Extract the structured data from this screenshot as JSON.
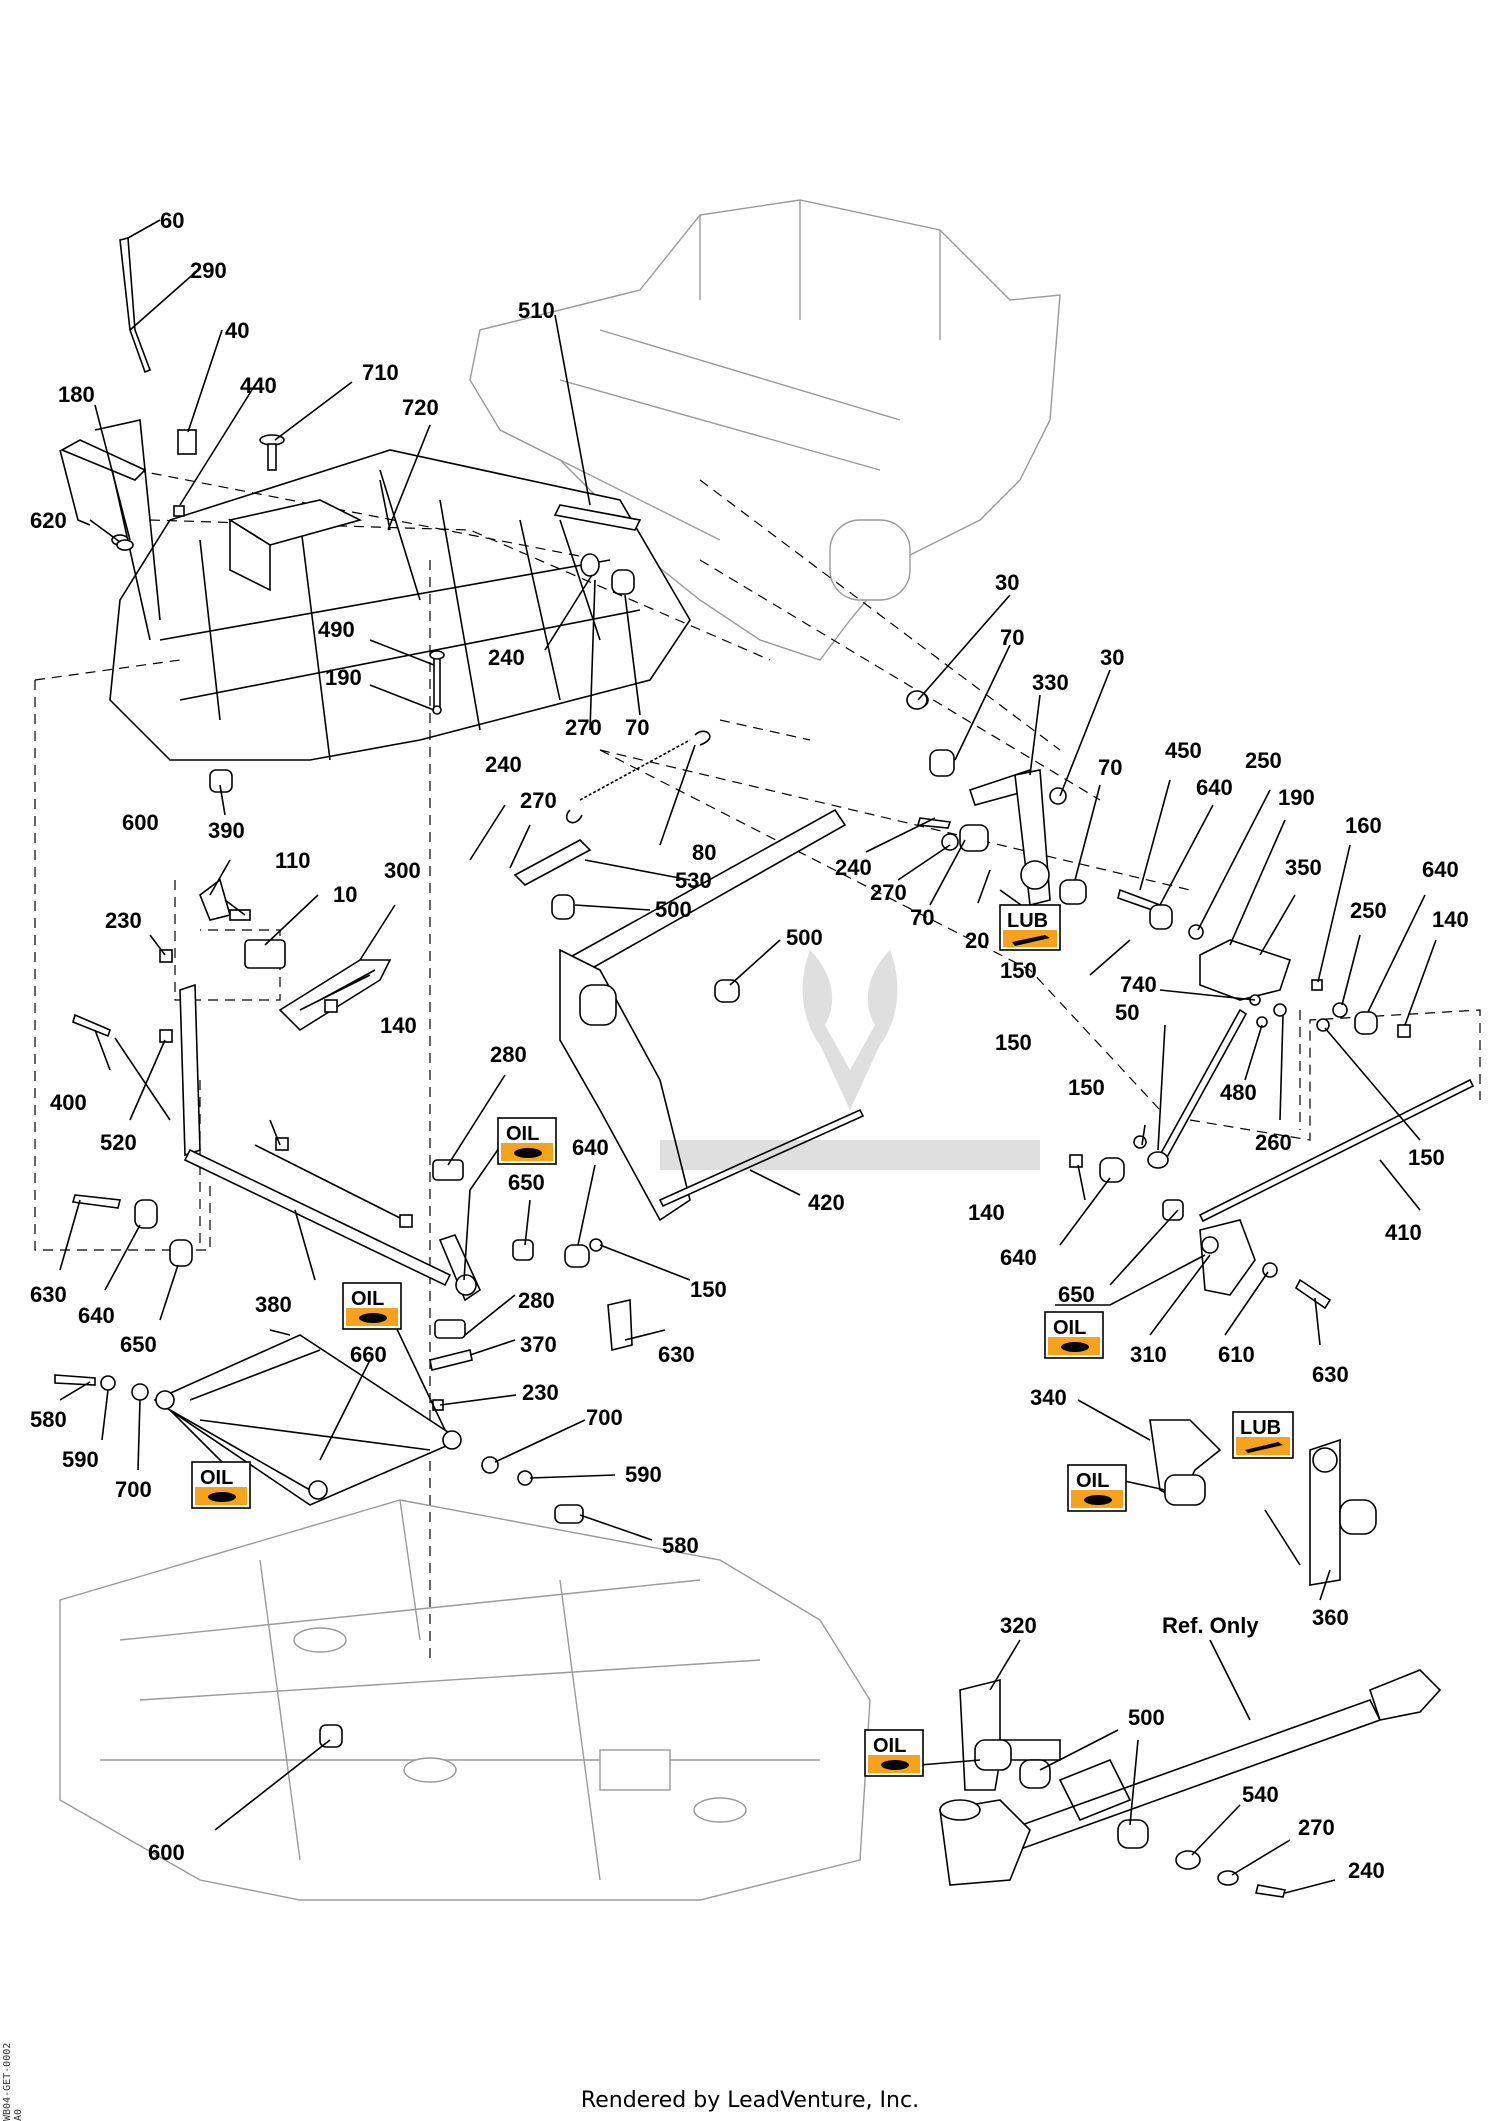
{
  "diagram": {
    "labels": [
      {
        "id": "l60",
        "text": "60"
      },
      {
        "id": "l290",
        "text": "290"
      },
      {
        "id": "l40",
        "text": "40"
      },
      {
        "id": "l440",
        "text": "440"
      },
      {
        "id": "l710",
        "text": "710"
      },
      {
        "id": "l720",
        "text": "720"
      },
      {
        "id": "l510",
        "text": "510"
      },
      {
        "id": "l180",
        "text": "180"
      },
      {
        "id": "l620",
        "text": "620"
      },
      {
        "id": "l240a",
        "text": "240"
      },
      {
        "id": "l490",
        "text": "490"
      },
      {
        "id": "l190a",
        "text": "190"
      },
      {
        "id": "l270a",
        "text": "270"
      },
      {
        "id": "l70a",
        "text": "70"
      },
      {
        "id": "l30a",
        "text": "30"
      },
      {
        "id": "l70b",
        "text": "70"
      },
      {
        "id": "l330",
        "text": "330"
      },
      {
        "id": "l30b",
        "text": "30"
      },
      {
        "id": "l600a",
        "text": "600"
      },
      {
        "id": "l240b",
        "text": "240"
      },
      {
        "id": "l270b",
        "text": "270"
      },
      {
        "id": "l80",
        "text": "80"
      },
      {
        "id": "l530",
        "text": "530"
      },
      {
        "id": "l390",
        "text": "390"
      },
      {
        "id": "l110",
        "text": "110"
      },
      {
        "id": "l300",
        "text": "300"
      },
      {
        "id": "l10",
        "text": "10"
      },
      {
        "id": "l230a",
        "text": "230"
      },
      {
        "id": "l500a",
        "text": "500"
      },
      {
        "id": "l500b",
        "text": "500"
      },
      {
        "id": "l240c",
        "text": "240"
      },
      {
        "id": "l270c",
        "text": "270"
      },
      {
        "id": "l70c",
        "text": "70"
      },
      {
        "id": "l70d",
        "text": "70"
      },
      {
        "id": "l20",
        "text": "20"
      },
      {
        "id": "l450",
        "text": "450"
      },
      {
        "id": "l640a",
        "text": "640"
      },
      {
        "id": "l250a",
        "text": "250"
      },
      {
        "id": "l190b",
        "text": "190"
      },
      {
        "id": "l160",
        "text": "160"
      },
      {
        "id": "l640b",
        "text": "640"
      },
      {
        "id": "l350",
        "text": "350"
      },
      {
        "id": "l250b",
        "text": "250"
      },
      {
        "id": "l140a",
        "text": "140"
      },
      {
        "id": "l150a",
        "text": "150"
      },
      {
        "id": "l740",
        "text": "740"
      },
      {
        "id": "l50",
        "text": "50"
      },
      {
        "id": "l480",
        "text": "480"
      },
      {
        "id": "l260",
        "text": "260"
      },
      {
        "id": "l150b",
        "text": "150"
      },
      {
        "id": "l400",
        "text": "400"
      },
      {
        "id": "l520",
        "text": "520"
      },
      {
        "id": "l140b",
        "text": "140"
      },
      {
        "id": "l280a",
        "text": "280"
      },
      {
        "id": "l640c",
        "text": "640"
      },
      {
        "id": "l650a",
        "text": "650"
      },
      {
        "id": "l420",
        "text": "420"
      },
      {
        "id": "l150c",
        "text": "150"
      },
      {
        "id": "l140c",
        "text": "140"
      },
      {
        "id": "l640d",
        "text": "640"
      },
      {
        "id": "l150d",
        "text": "150"
      },
      {
        "id": "l410",
        "text": "410"
      },
      {
        "id": "l630a",
        "text": "630"
      },
      {
        "id": "l640e",
        "text": "640"
      },
      {
        "id": "l650b",
        "text": "650"
      },
      {
        "id": "l380",
        "text": "380"
      },
      {
        "id": "l280b",
        "text": "280"
      },
      {
        "id": "l370",
        "text": "370"
      },
      {
        "id": "l630b",
        "text": "630"
      },
      {
        "id": "l650c",
        "text": "650"
      },
      {
        "id": "l310",
        "text": "310"
      },
      {
        "id": "l610",
        "text": "610"
      },
      {
        "id": "l630c",
        "text": "630"
      },
      {
        "id": "l580a",
        "text": "580"
      },
      {
        "id": "l590a",
        "text": "590"
      },
      {
        "id": "l700a",
        "text": "700"
      },
      {
        "id": "l660",
        "text": "660"
      },
      {
        "id": "l230b",
        "text": "230"
      },
      {
        "id": "l700b",
        "text": "700"
      },
      {
        "id": "l590b",
        "text": "590"
      },
      {
        "id": "l580b",
        "text": "580"
      },
      {
        "id": "l340",
        "text": "340"
      },
      {
        "id": "l360",
        "text": "360"
      },
      {
        "id": "l320",
        "text": "320"
      },
      {
        "id": "lref",
        "text": "Ref. Only"
      },
      {
        "id": "l500c",
        "text": "500"
      },
      {
        "id": "l540",
        "text": "540"
      },
      {
        "id": "l270d",
        "text": "270"
      },
      {
        "id": "l240d",
        "text": "240"
      },
      {
        "id": "l600b",
        "text": "600"
      },
      {
        "id": "l150e",
        "text": "150"
      }
    ],
    "badges": {
      "oil": "OIL",
      "lub": "LUB",
      "badge_color": "#f7a21b"
    }
  },
  "footer": {
    "rendered_by": "Rendered by LeadVenture, Inc.",
    "code": "WB04-GET-0002 A0"
  }
}
